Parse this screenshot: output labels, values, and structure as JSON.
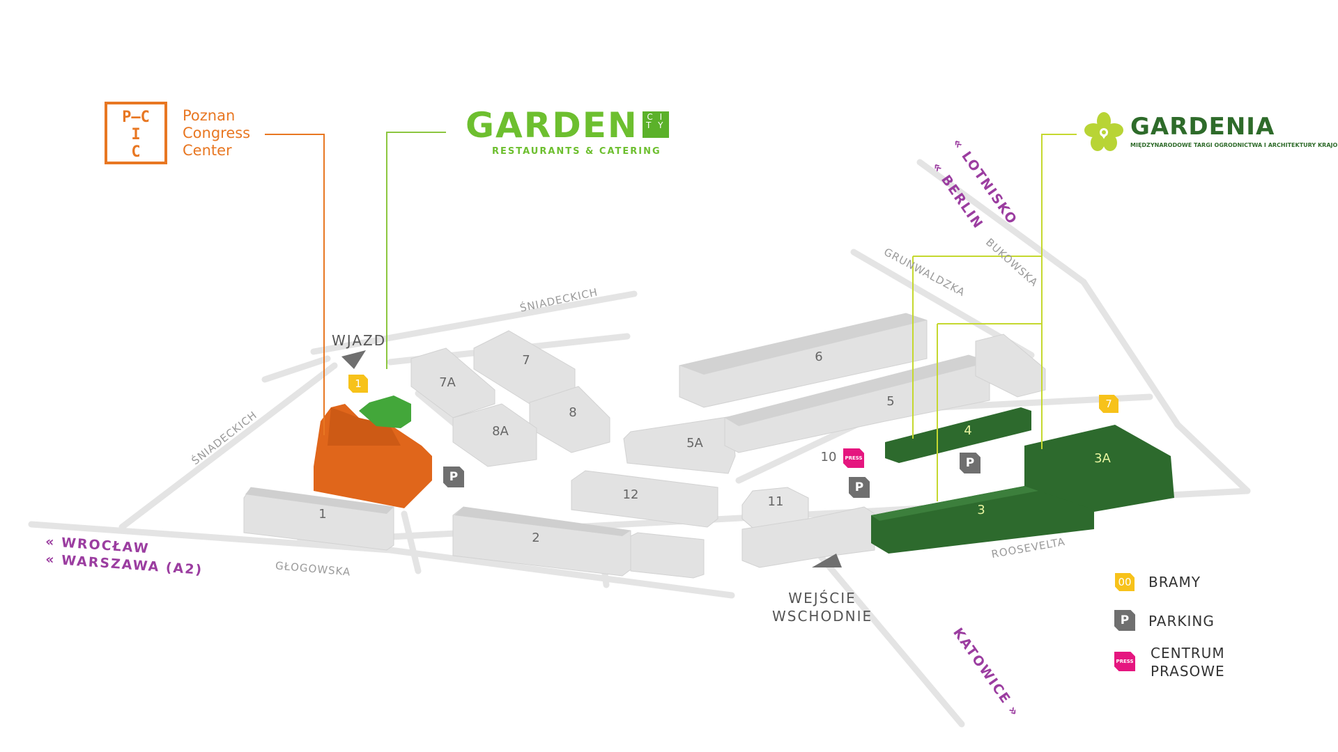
{
  "logos": {
    "pcc": {
      "box_top": "P—C",
      "box_mid": "I",
      "box_bot": "C",
      "line1": "Poznan",
      "line2": "Congress",
      "line3": "Center",
      "color": "#e87722"
    },
    "garden_city": {
      "word": "GARDEN",
      "city": "C I T Y",
      "sub": "RESTAURANTS & CATERING",
      "color": "#6dbf2f"
    },
    "gardenia": {
      "word": "GARDENIA",
      "sub": "MIĘDZYNARODOWE TARGI OGRODNICTWA I ARCHITEKTURY KRAJOBRAZU",
      "color": "#2e6b2a",
      "icon": "flower-icon"
    }
  },
  "streets": {
    "sniadeckich_top": "ŚNIADECKICH",
    "sniadeckich_left": "ŚNIADECKICH",
    "grunwaldzka": "GRUNWALDZKA",
    "bukowska": "BUKOWSKA",
    "glogowska": "GŁOGOWSKA",
    "roosevelta": "ROOSEVELTA"
  },
  "directions": {
    "lotnisko": "« LOTNISKO",
    "berlin": "« BERLIN",
    "wroclaw": "« WROCŁAW",
    "warszawa": "« WARSZAWA (A2)",
    "katowice": "KATOWICE »"
  },
  "entrances": {
    "wjazd": "WJAZD",
    "wejscie_line1": "WEJŚCIE",
    "wejscie_line2": "WSCHODNIE"
  },
  "halls": [
    "1",
    "2",
    "3",
    "3A",
    "4",
    "5",
    "5A",
    "6",
    "7",
    "7A",
    "8",
    "8A",
    "10",
    "11",
    "12"
  ],
  "gates": [
    "1",
    "7"
  ],
  "parking_label": "P",
  "press_label": "PRESS",
  "legend": {
    "gate_icon_text": "00",
    "bramy": "BRAMY",
    "parking": "PARKING",
    "centrum_line1": "CENTRUM",
    "centrum_line2": "PRASOWE"
  },
  "colors": {
    "pcc_orange": "#e0661b",
    "garden_green": "#43a73a",
    "gardenia_green": "#2d6a2d",
    "leader_orange": "#e87722",
    "leader_green": "#8cc63f",
    "leader_lime": "#c5d82f",
    "gate_yellow": "#f7c21a",
    "parking_grey": "#6f6f6f",
    "press_pink": "#e5167f",
    "direction_purple": "#9b3da0"
  }
}
